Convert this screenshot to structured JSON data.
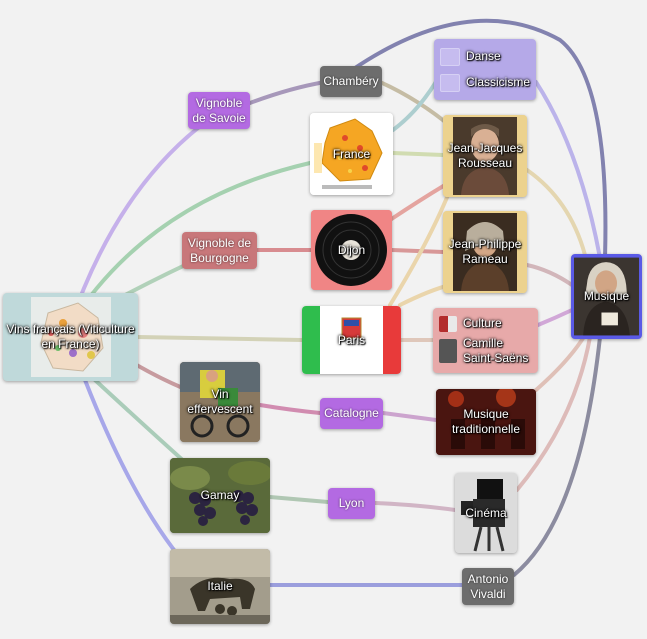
{
  "nodes": {
    "vins": "Vins français (Viticulture en France)",
    "savoie": "Vignoble de Savoie",
    "bourgogne": "Vignoble de Bourgogne",
    "chambery": "Chambéry",
    "france": "France",
    "dijon": "Dijon",
    "paris": "Paris",
    "effervescent": "Vin effervescent",
    "catalogne": "Catalogne",
    "gamay": "Gamay",
    "lyon": "Lyon",
    "italie": "Italie",
    "danse": "Danse",
    "classicisme": "Classicisme",
    "rousseau": "Jean-Jacques Rousseau",
    "rameau": "Jean-Philippe Rameau",
    "culture": "Culture",
    "saintsaens": "Camille Saint-Saëns",
    "trad": "Musique traditionnelle",
    "cinema": "Cinéma",
    "vivaldi": "Antonio Vivaldi",
    "musique": "Musique"
  },
  "colors": {
    "violet": "#b36ae2",
    "rose": "#c8777a",
    "grey": "#6d6d6d",
    "lavender": "#b5a9e8",
    "tan": "#ecd28e",
    "pink": "#e7a9a9",
    "selected": "#5a5ae6"
  }
}
